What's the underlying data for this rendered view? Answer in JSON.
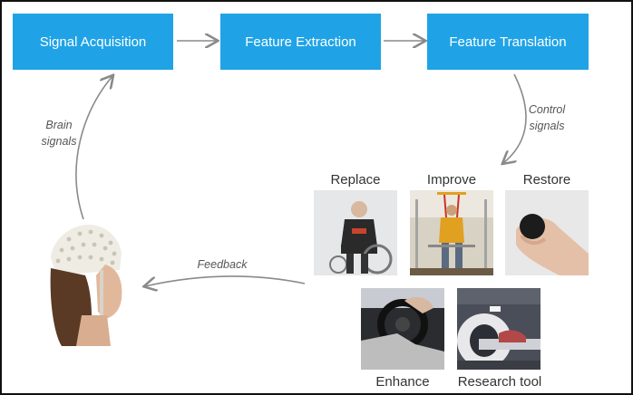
{
  "pipeline": {
    "step1": "Signal Acquisition",
    "step2": "Feature Extraction",
    "step3": "Feature Translation"
  },
  "labels": {
    "brain_signals": "Brain\nsignals",
    "control_signals": "Control\nsignals",
    "feedback": "Feedback"
  },
  "applications": {
    "replace": "Replace",
    "improve": "Improve",
    "restore": "Restore",
    "enhance": "Enhance",
    "research_tool": "Research tool"
  },
  "colors": {
    "box": "#1fa3e6",
    "arrow": "#8a8a8a"
  }
}
